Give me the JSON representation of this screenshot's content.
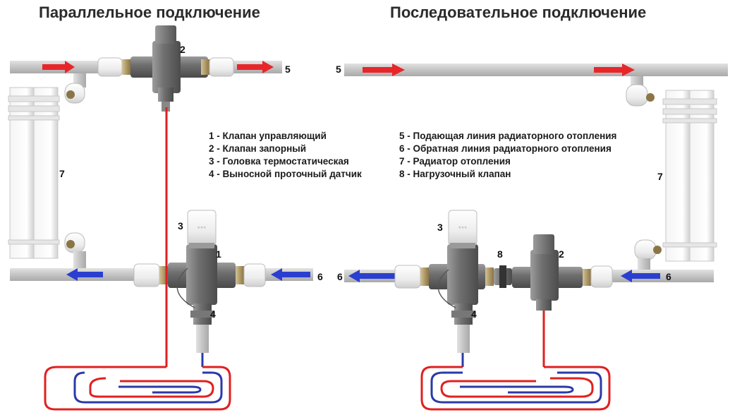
{
  "titles": {
    "parallel": "Параллельное подключение",
    "serial": "Последовательное подключение"
  },
  "legend_left": [
    "1 - Клапан управляющий",
    "2 - Клапан запорный",
    "3 - Головка термостатическая",
    "4 - Выносной проточный датчик"
  ],
  "legend_right": [
    "5 - Подающая линия радиаторного отопления",
    "6 - Обратная линия радиаторного отопления",
    "7 - Радиатор отопления",
    "8 - Нагрузочный клапан"
  ],
  "labels": {
    "n1": "1",
    "n2": "2",
    "n3": "3",
    "n4": "4",
    "n5": "5",
    "n6": "6",
    "n7": "7",
    "n8": "8"
  },
  "colors": {
    "pipe": "#c8c8c8",
    "supply_arrow": "#e8262a",
    "return_arrow": "#2a3fd0",
    "hot_line": "#e02020",
    "cold_line": "#2a3aa8"
  }
}
